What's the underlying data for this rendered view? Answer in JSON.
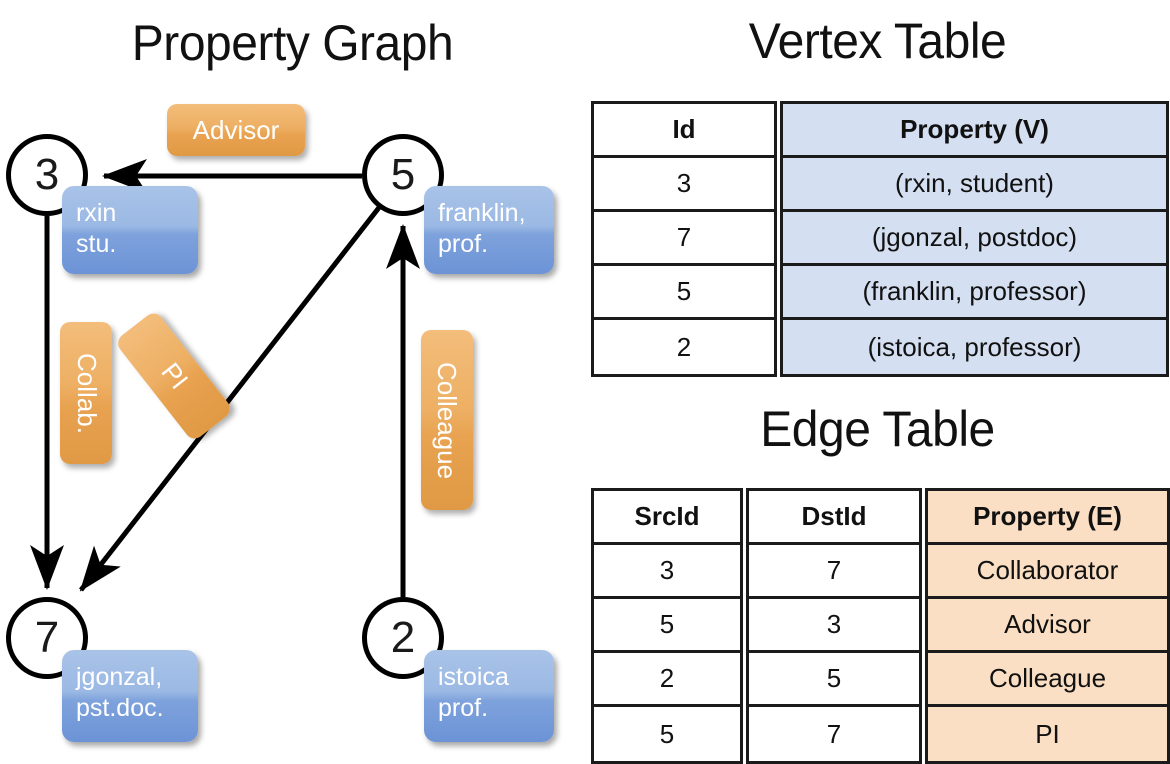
{
  "titles": {
    "property_graph": "Property Graph",
    "vertex_table": "Vertex Table",
    "edge_table": "Edge Table"
  },
  "graph": {
    "nodes": [
      {
        "id": "3",
        "property": "rxin\nstu."
      },
      {
        "id": "5",
        "property": "franklin,\nprof."
      },
      {
        "id": "7",
        "property": "jgonzal,\npst.doc."
      },
      {
        "id": "2",
        "property": "istoica\nprof."
      }
    ],
    "node_labels": {
      "n3": "3",
      "n5": "5",
      "n7": "7",
      "n2": "2"
    },
    "vertex_box_text": {
      "n3_line1": "rxin",
      "n3_line2": "stu.",
      "n5_line1": "franklin,",
      "n5_line2": "prof.",
      "n7_line1": "jgonzal,",
      "n7_line2": "pst.doc.",
      "n2_line1": "istoica",
      "n2_line2": "prof."
    },
    "edge_labels": {
      "advisor": "Advisor",
      "collab": "Collab.",
      "pi": "PI",
      "colleague": "Colleague"
    },
    "edges": [
      {
        "from": "5",
        "to": "3",
        "label": "Advisor"
      },
      {
        "from": "3",
        "to": "7",
        "label": "Collab."
      },
      {
        "from": "5",
        "to": "7",
        "label": "PI"
      },
      {
        "from": "2",
        "to": "5",
        "label": "Colleague"
      }
    ]
  },
  "colors": {
    "vertex_fill": "#d4dff1",
    "edge_fill": "#fadfc4",
    "node_box_blue": "#7ea2dc",
    "edge_box_orange": "#e8a250",
    "border": "#1b1b1b"
  },
  "vertex_table": {
    "headers": [
      "Id",
      "Property (V)"
    ],
    "rows": [
      [
        "3",
        "(rxin, student)"
      ],
      [
        "7",
        "(jgonzal, postdoc)"
      ],
      [
        "5",
        "(franklin, professor)"
      ],
      [
        "2",
        "(istoica, professor)"
      ]
    ]
  },
  "edge_table": {
    "headers": [
      "SrcId",
      "DstId",
      "Property (E)"
    ],
    "rows": [
      [
        "3",
        "7",
        "Collaborator"
      ],
      [
        "5",
        "3",
        "Advisor"
      ],
      [
        "2",
        "5",
        "Colleague"
      ],
      [
        "5",
        "7",
        "PI"
      ]
    ]
  }
}
